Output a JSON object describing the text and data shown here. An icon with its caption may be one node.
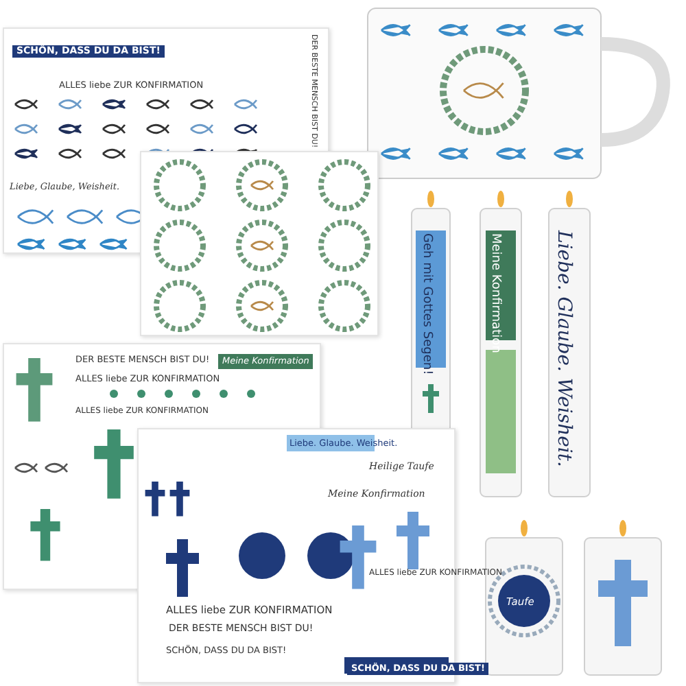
{
  "diagram": {
    "nodes": [
      {
        "text": [
          "SCHÖN, DASS DU DA BIST!",
          "ALLES liebe ZUR KONFIRMATION",
          "Liebe, Glaube, Weisheit.",
          "DER BESTE MENSCH BIST DU!"
        ]
      },
      {
        "text": [],
        "shape": "box"
      },
      {
        "text": [
          "DER BESTE MENSCH BIST DU!",
          "ALLES liebe ZUR KONFIRMATION",
          "Meine Konfirmation",
          "ALLES liebe ZUR KONFIRMATION"
        ]
      },
      {
        "text": [
          "Liebe. Glaube. Weisheit.",
          "Meine Konfirmation",
          "ALLES liebe ZUR KONFIRMATION",
          "DER BESTE MENSCH BIST DU!",
          "SCHÖN, DASS DU DA BIST!",
          "Heilige Taufe",
          "ALLES liebe ZUR KONFIRMATION",
          "SCHÖN, DASS DU DA BIST!"
        ]
      },
      {
        "text": [],
        "shape": "picture"
      },
      {
        "text": [
          "Geh mit Gottes Segen!"
        ]
      },
      {
        "text": [
          "Meine Konfirmation"
        ]
      },
      {
        "text": [
          "Liebe. Glaube. Weisheit."
        ]
      },
      {
        "text": [
          "Taufe"
        ]
      },
      {
        "text": [],
        "shape": "cylinder"
      }
    ]
  }
}
